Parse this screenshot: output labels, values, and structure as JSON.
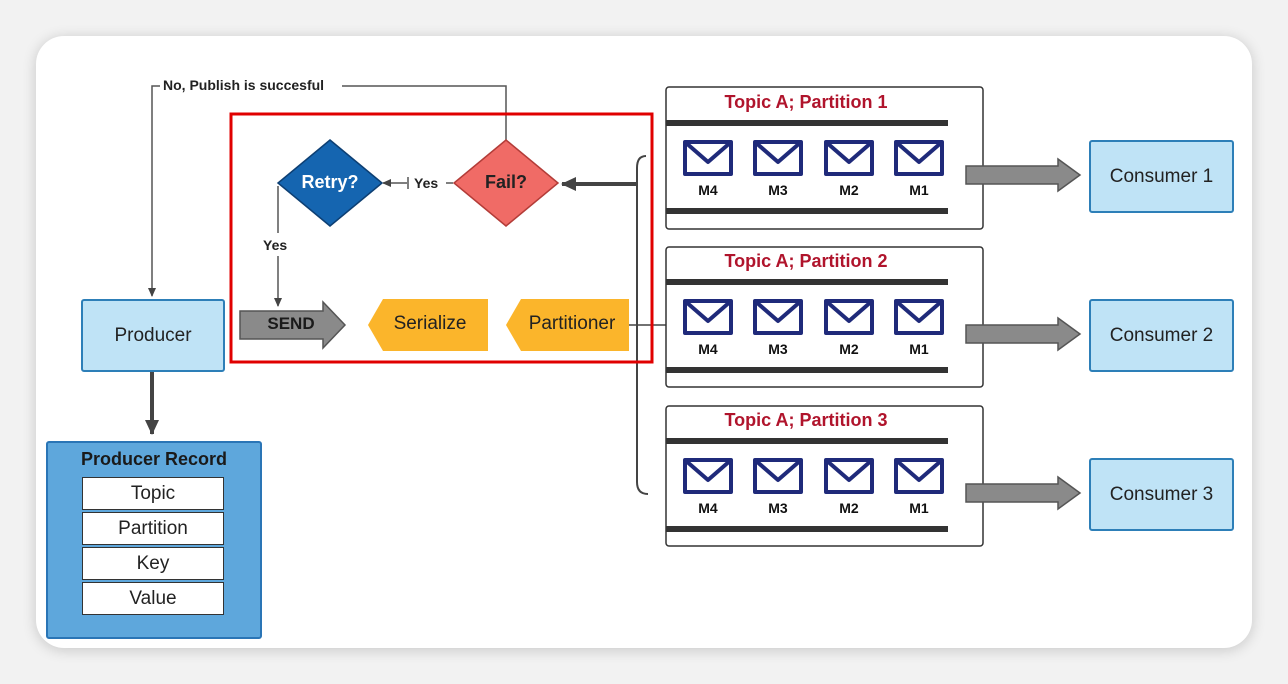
{
  "colors": {
    "retry_fill": "#1565b0",
    "fail_fill": "#f06b66",
    "step_fill": "#fbb52b",
    "send_fill": "#8a8a8a",
    "consumer_fill": "#bfe3f6",
    "record_fill": "#5ea7dc",
    "highlight_border": "#e00000",
    "topic_title": "#b0142c",
    "envelope": "#1f2a7a"
  },
  "loop_label": "No, Publish is succesful",
  "decisions": {
    "retry": "Retry?",
    "fail": "Fail?",
    "yes_fail_to_retry": "Yes",
    "yes_retry_to_send": "Yes"
  },
  "pipeline": {
    "send": "SEND",
    "serialize": "Serialize",
    "partitioner": "Partitioner"
  },
  "producer": {
    "label": "Producer"
  },
  "producer_record": {
    "title": "Producer Record",
    "fields": [
      "Topic",
      "Partition",
      "Key",
      "Value"
    ]
  },
  "partitions": [
    {
      "title": "Topic A; Partition 1",
      "messages": [
        "M4",
        "M3",
        "M2",
        "M1"
      ]
    },
    {
      "title": "Topic A; Partition 2",
      "messages": [
        "M4",
        "M3",
        "M2",
        "M1"
      ]
    },
    {
      "title": "Topic A; Partition 3",
      "messages": [
        "M4",
        "M3",
        "M2",
        "M1"
      ]
    }
  ],
  "consumers": [
    "Consumer 1",
    "Consumer 2",
    "Consumer 3"
  ]
}
